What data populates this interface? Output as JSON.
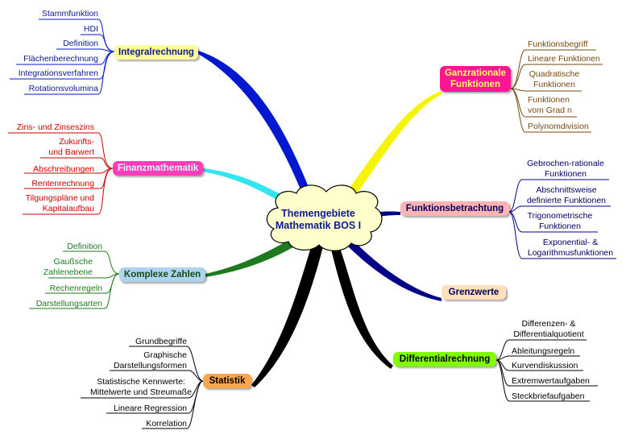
{
  "center": {
    "line1": "Themengebiete",
    "line2": "Mathematik BOS I"
  },
  "colors": {
    "integral": "#0018d0",
    "finanz": "#33e5f0",
    "komplex": "#1f7a1f",
    "statistik": "#000000",
    "ganz": "#f5f500",
    "funktion": "#000088",
    "grenz": "#7a2a00",
    "diff": "#000000"
  },
  "branches": {
    "integral": {
      "title": "Integralrechnung",
      "items": [
        "Stammfunktion",
        "HDI",
        "Definition",
        "Flächenberechnung",
        "Integrationsverfahren",
        "Rotationsvolumina"
      ]
    },
    "finanz": {
      "title": "Finanzmathematik",
      "items": [
        [
          "Zins- und Zinseszins"
        ],
        [
          "Zukunfts-",
          "und Barwert"
        ],
        [
          "Abschreibungen"
        ],
        [
          "Rentenrechnung"
        ],
        [
          "Tilgungspläne und",
          "Kapitalaufbau"
        ]
      ]
    },
    "komplex": {
      "title": "Komplexe Zahlen",
      "items": [
        [
          "Definition"
        ],
        [
          "Gaußsche",
          "Zahlenebene"
        ],
        [
          "Rechenregeln"
        ],
        [
          "Darstellungsarten"
        ]
      ]
    },
    "statistik": {
      "title": "Statistik",
      "items": [
        [
          "Grundbegriffe"
        ],
        [
          "Graphische",
          "Darstellungsformen"
        ],
        [
          "Statistische Kennwerte:",
          "Mittelwerte und Streumaße"
        ],
        [
          "Lineare Regression"
        ],
        [
          "Korrelation"
        ]
      ]
    },
    "ganz": {
      "title": [
        "Ganzrationale",
        "Funktionen"
      ],
      "items": [
        [
          "Funktionsbegriff"
        ],
        [
          "Lineare Funktionen"
        ],
        [
          "Quadratische",
          "Funktionen"
        ],
        [
          "Funktionen",
          "vom Grad n"
        ],
        [
          "Polynomdivision"
        ]
      ]
    },
    "funktion": {
      "title": "Funktionsbetrachtung",
      "items": [
        [
          "Gebrochen-rationale",
          "Funktionen"
        ],
        [
          "Abschnittsweise",
          "definierte Funktionen"
        ],
        [
          "Trigonometrische",
          "Funktionen"
        ],
        [
          "Exponential- &",
          "Logarithmusfunktionen"
        ]
      ]
    },
    "grenz": {
      "title": "Grenzwerte"
    },
    "diff": {
      "title": "Differentialrechnung",
      "items": [
        [
          "Differenzen- &",
          "Differentialquotient"
        ],
        [
          "Ableitungsregeln"
        ],
        [
          "Kurvendiskussion"
        ],
        [
          "Extremwertaufgaben"
        ],
        [
          "Steckbriefaufgaben"
        ]
      ]
    }
  }
}
